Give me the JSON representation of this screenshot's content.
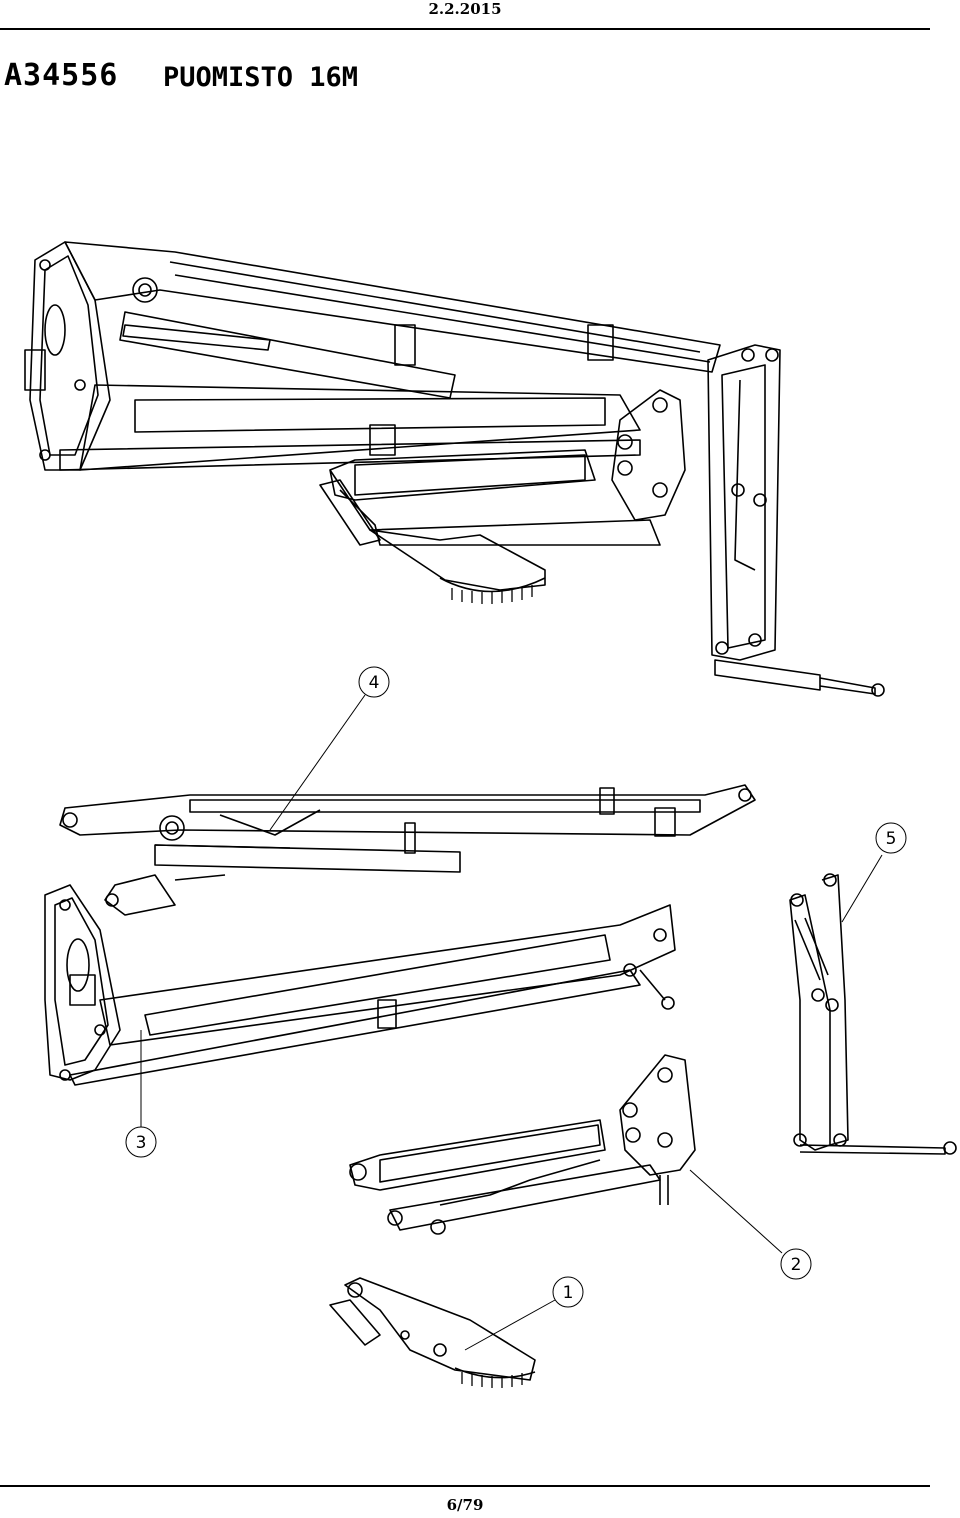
{
  "header": {
    "date": "2.2.2015"
  },
  "document": {
    "code": "A34556",
    "title": "PUOMISTO 16M"
  },
  "footer": {
    "page": "6/79"
  },
  "callouts": {
    "c1": "1",
    "c2": "2",
    "c3": "3",
    "c4": "4",
    "c5": "5"
  }
}
